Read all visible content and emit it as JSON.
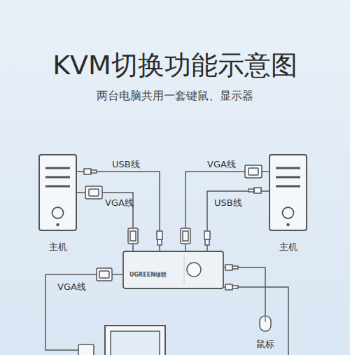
{
  "diagram": {
    "title": "KVM切换功能示意图",
    "nodes": [
      {
        "text": [
          "主机"
        ]
      },
      {
        "text": [
          "主机"
        ]
      },
      {
        "text": [
          "UGREEN绿联"
        ]
      },
      {
        "text": [
          "鼠标"
        ]
      }
    ],
    "edges": [
      {
        "from": 0,
        "to": 2,
        "label": "USB线",
        "arrow": "none"
      },
      {
        "from": 0,
        "to": 2,
        "label": "VGA线",
        "arrow": "none"
      },
      {
        "from": 1,
        "to": 2,
        "label": "VGA线",
        "arrow": "none"
      },
      {
        "from": 1,
        "to": 2,
        "label": "USB线",
        "arrow": "none"
      },
      {
        "from": 2,
        "to": 3,
        "arrow": "none"
      }
    ],
    "labels": [
      "两台电脑共用一套键鼠、显示器",
      "VGA线"
    ]
  }
}
